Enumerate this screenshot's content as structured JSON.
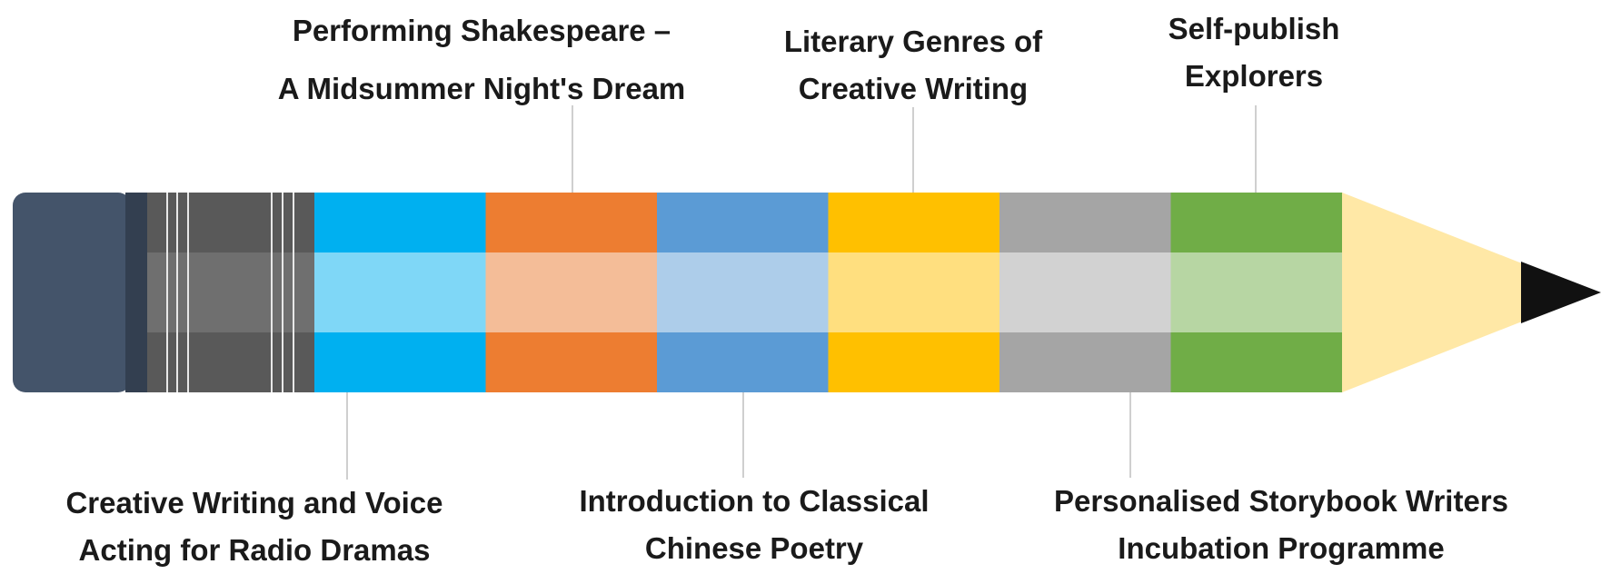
{
  "diagram": {
    "top_labels": [
      {
        "line1": "Performing Shakespeare –",
        "line2": "A Midsummer Night's Dream"
      },
      {
        "line1": "Literary Genres of",
        "line2": "Creative Writing"
      },
      {
        "line1": "Self-publish",
        "line2": "Explorers"
      }
    ],
    "bottom_labels": [
      {
        "line1": "Creative Writing and Voice",
        "line2": "Acting for Radio Dramas"
      },
      {
        "line1": "Introduction to Classical",
        "line2": "Chinese Poetry"
      },
      {
        "line1": "Personalised Storybook Writers",
        "line2": "Incubation Programme"
      }
    ]
  },
  "colors": {
    "eraser": "#44546a",
    "eraser_edge": "#333f50",
    "ferrule_dark": "#595959",
    "ferrule_light": "#6f6f6f",
    "segments": [
      {
        "main": "#00b0f0",
        "light": "#7fd7f7"
      },
      {
        "main": "#ed7d31",
        "light": "#f4bd98"
      },
      {
        "main": "#5b9bd5",
        "light": "#adcdea"
      },
      {
        "main": "#ffc000",
        "light": "#ffdf7f"
      },
      {
        "main": "#a5a5a5",
        "light": "#d2d2d2"
      },
      {
        "main": "#70ad47",
        "light": "#b7d6a3"
      }
    ],
    "wood": "#ffe8a6",
    "lead": "#111111",
    "connector": "#bfbfbf"
  }
}
